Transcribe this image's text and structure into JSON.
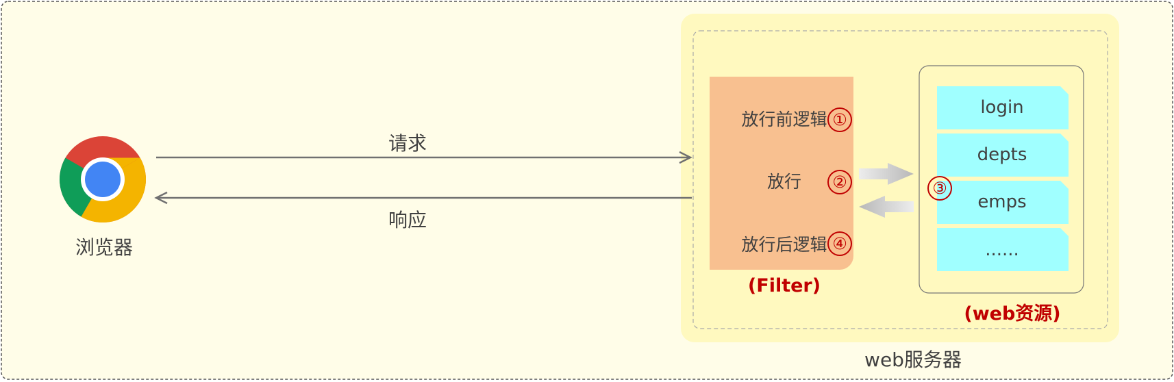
{
  "browser": {
    "label": "浏览器",
    "icon": "chrome-icon"
  },
  "arrows": {
    "request_label": "请求",
    "response_label": "响应"
  },
  "filter": {
    "title": "(Filter)",
    "steps": [
      {
        "num": "①",
        "label": "放行前逻辑"
      },
      {
        "num": "②",
        "label": "放行"
      },
      {
        "num": "④",
        "label": "放行后逻辑"
      }
    ]
  },
  "web_resources": {
    "title": "(web资源)",
    "num": "③",
    "items": [
      "login",
      "depts",
      "emps",
      "......"
    ]
  },
  "server": {
    "label": "web服务器"
  },
  "colors": {
    "background": "#fffde8",
    "server_bg": "#fff9bf",
    "filter_bg": "#f8c090",
    "resource_bg": "#a0ffff",
    "accent_red": "#c00000",
    "text": "#404040"
  }
}
